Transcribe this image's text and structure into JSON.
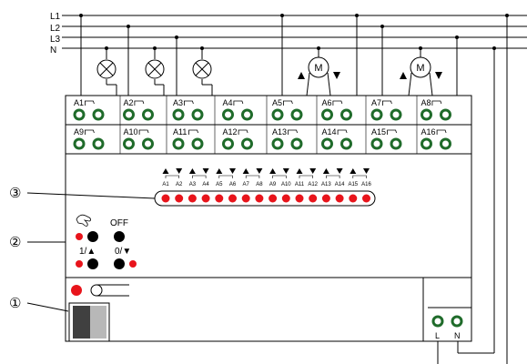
{
  "bus_lines": [
    "L1",
    "L2",
    "L3",
    "N"
  ],
  "terminals_row1": [
    "A1",
    "A2",
    "A3",
    "A4",
    "A5",
    "A6",
    "A7",
    "A8"
  ],
  "terminals_row2": [
    "A9",
    "A10",
    "A11",
    "A12",
    "A13",
    "A14",
    "A15",
    "A16"
  ],
  "motor_label": "M",
  "channel_labels": [
    "A1",
    "A2",
    "A3",
    "A4",
    "A5",
    "A6",
    "A7",
    "A8",
    "A9",
    "A10",
    "A11",
    "A12",
    "A13",
    "A14",
    "A15",
    "A16"
  ],
  "callouts": [
    "③",
    "②",
    "①"
  ],
  "controls": {
    "off_label": "OFF",
    "up_label": "1/▲",
    "down_label": "0/▼"
  },
  "supply_terminals": [
    "L",
    "N"
  ],
  "colors": {
    "terminal_green": "#1f6b2a",
    "led_red": "#e8141b",
    "button_black": "#000000",
    "switch_dark": "#404040",
    "switch_light": "#b8b8b8"
  }
}
